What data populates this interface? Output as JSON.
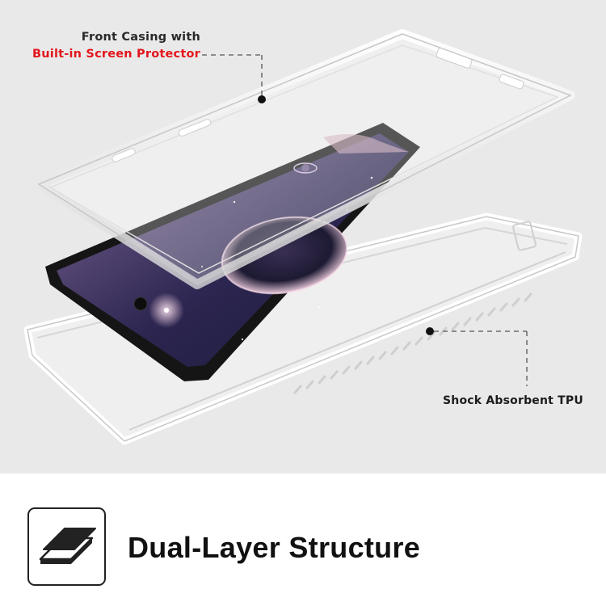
{
  "callouts": {
    "front_line1": "Front Casing with",
    "front_line2": "Built-in Screen Protector",
    "back": "Shock Absorbent TPU"
  },
  "footer": {
    "title": "Dual-Layer Structure",
    "icon": "layers-icon"
  },
  "colors": {
    "scene_background": "#e9e9e9",
    "highlight_red": "#e3161c",
    "text_dark": "#111111",
    "leader_line": "#555555"
  }
}
